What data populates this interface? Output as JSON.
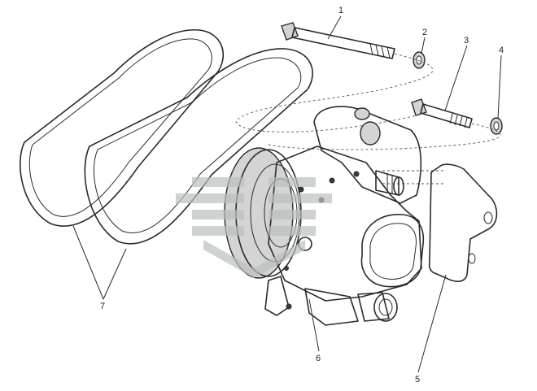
{
  "callouts": {
    "c1": "1",
    "c2": "2",
    "c3": "3",
    "c4": "4",
    "c5": "5",
    "c6": "6",
    "c7": "7"
  },
  "colors": {
    "line": "#2a2a2a",
    "watermark": "#b9c1ba"
  }
}
